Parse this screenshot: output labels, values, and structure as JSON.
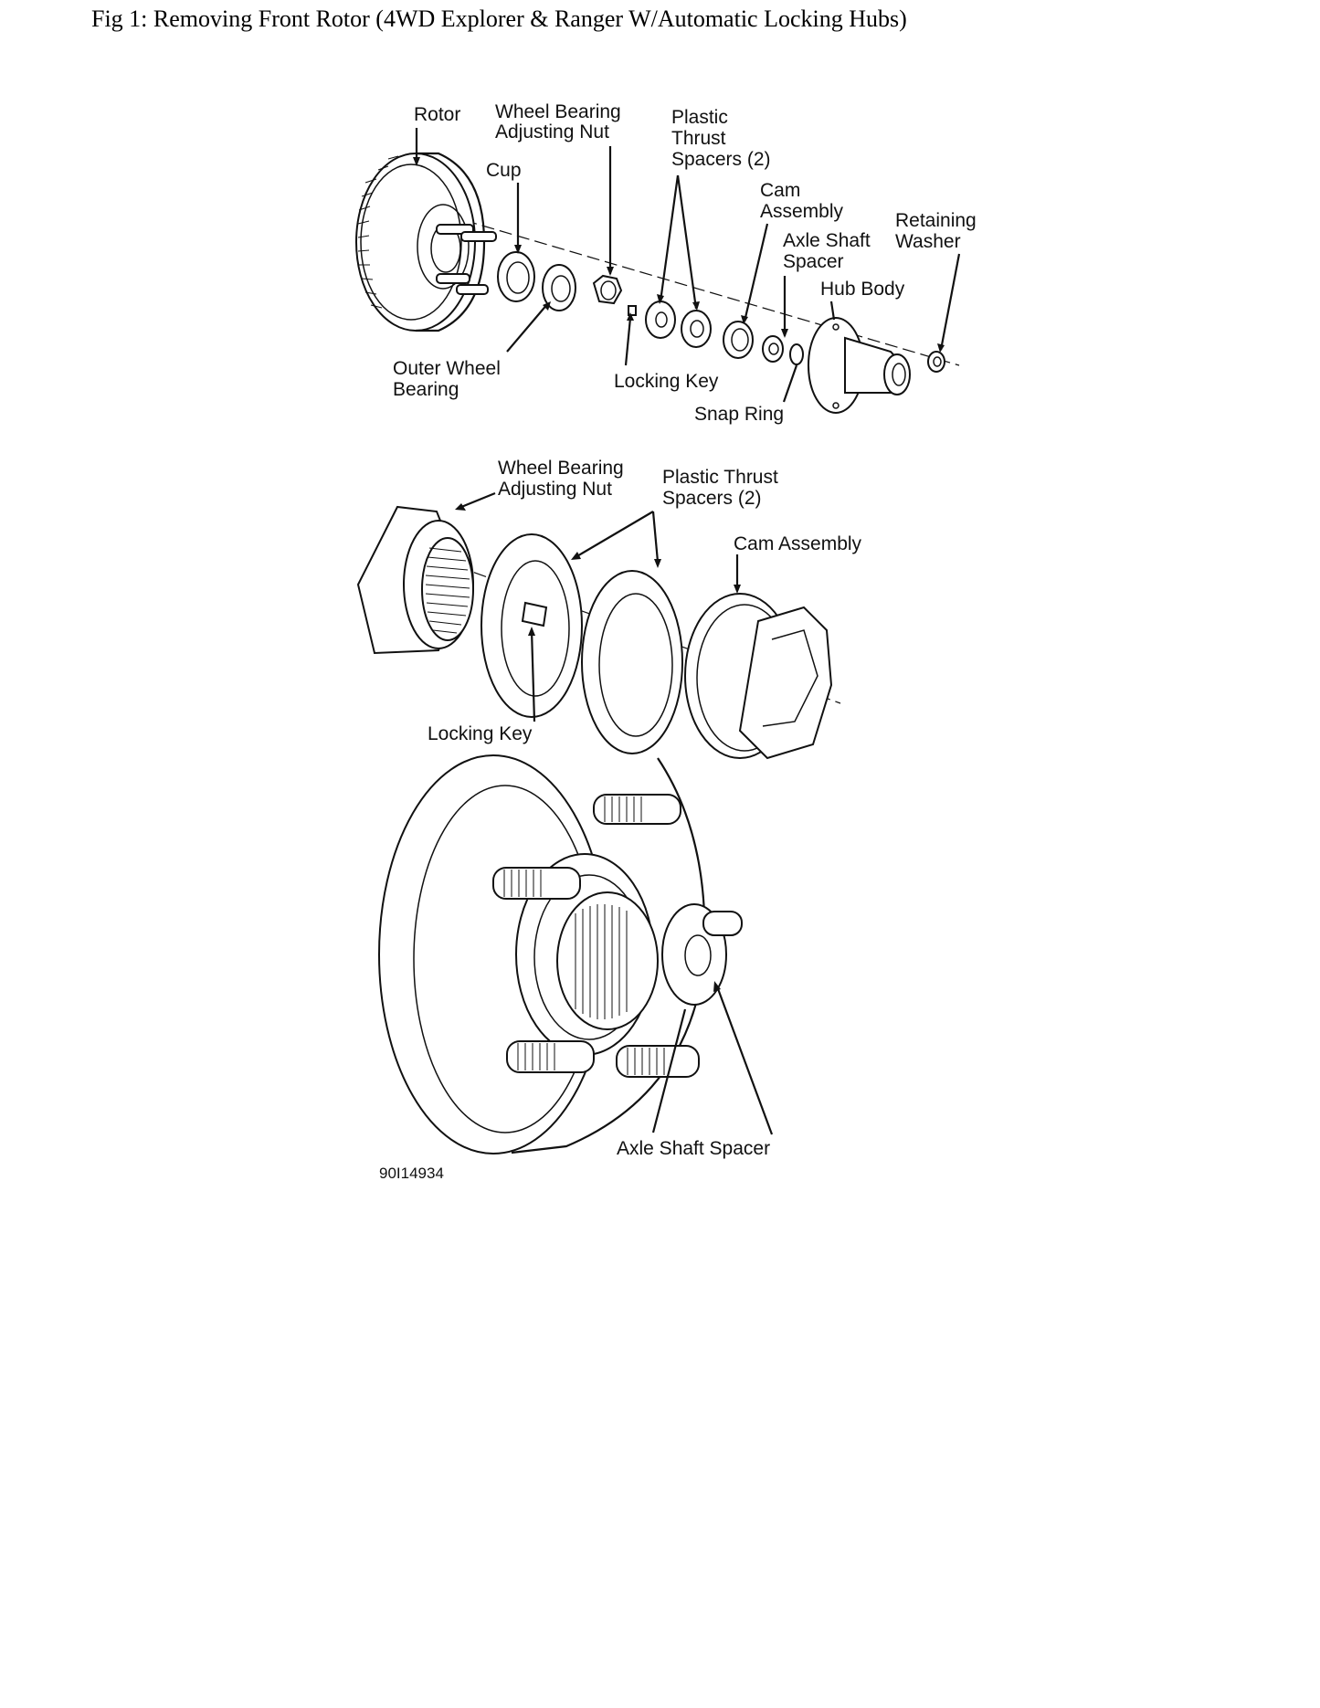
{
  "title": "Fig 1: Removing Front Rotor (4WD Explorer & Ranger W/Automatic Locking Hubs)",
  "figure_code": "90I14934",
  "top_view": {
    "labels": [
      {
        "key": "rotor",
        "lines": [
          "Rotor"
        ]
      },
      {
        "key": "wheel_bearing_adjusting_nut",
        "lines": [
          "Wheel Bearing",
          "Adjusting Nut"
        ]
      },
      {
        "key": "cup",
        "lines": [
          "Cup"
        ]
      },
      {
        "key": "plastic_thrust_spacers",
        "lines": [
          "Plastic",
          "Thrust",
          "Spacers (2)"
        ]
      },
      {
        "key": "cam_assembly",
        "lines": [
          "Cam",
          "Assembly"
        ]
      },
      {
        "key": "retaining_washer",
        "lines": [
          "Retaining",
          "Washer"
        ]
      },
      {
        "key": "axle_shaft_spacer",
        "lines": [
          "Axle Shaft",
          "Spacer"
        ]
      },
      {
        "key": "hub_body",
        "lines": [
          "Hub Body"
        ]
      },
      {
        "key": "outer_wheel_bearing",
        "lines": [
          "Outer Wheel",
          "Bearing"
        ]
      },
      {
        "key": "locking_key",
        "lines": [
          "Locking Key"
        ]
      },
      {
        "key": "snap_ring",
        "lines": [
          "Snap Ring"
        ]
      }
    ]
  },
  "middle_view": {
    "labels": [
      {
        "key": "wheel_bearing_adjusting_nut",
        "lines": [
          "Wheel Bearing",
          "Adjusting Nut"
        ]
      },
      {
        "key": "plastic_thrust_spacers",
        "lines": [
          "Plastic Thrust",
          "Spacers (2)"
        ]
      },
      {
        "key": "cam_assembly",
        "lines": [
          "Cam Assembly"
        ]
      },
      {
        "key": "locking_key",
        "lines": [
          "Locking Key"
        ]
      }
    ]
  },
  "bottom_view": {
    "labels": [
      {
        "key": "axle_shaft_spacer",
        "lines": [
          "Axle Shaft Spacer"
        ]
      }
    ]
  }
}
